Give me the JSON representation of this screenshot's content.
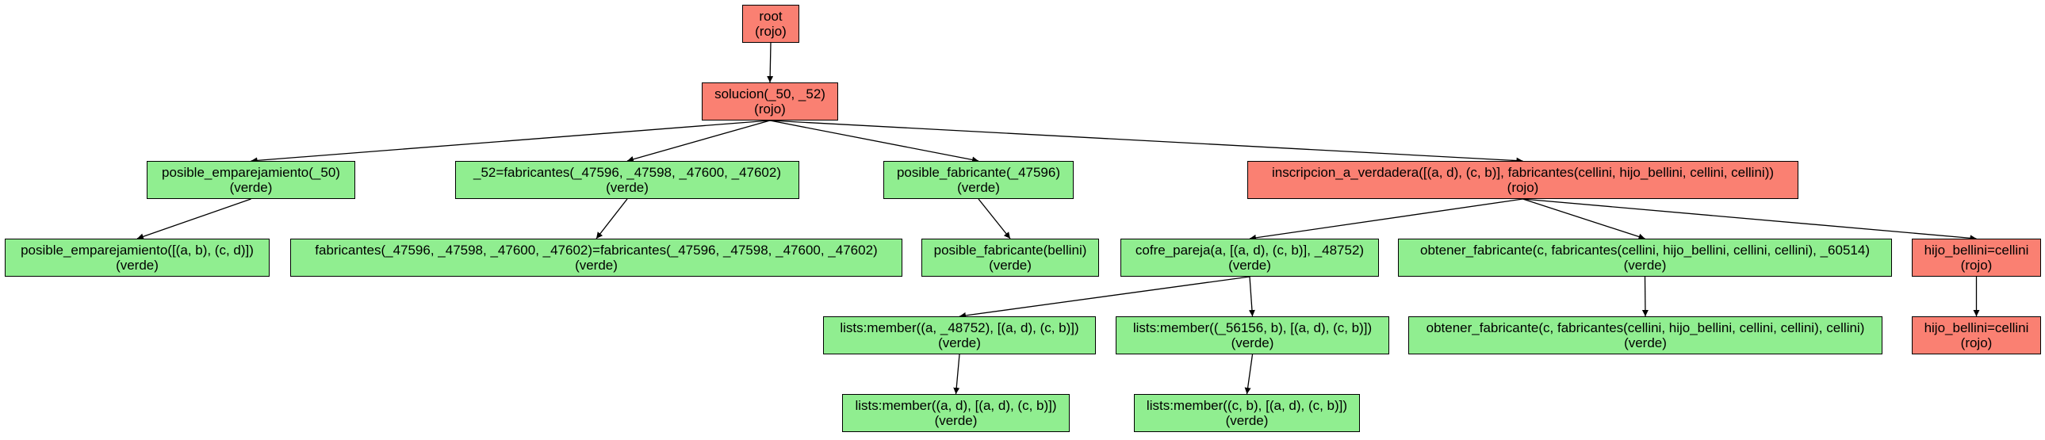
{
  "colors": {
    "rojo": "#fa8072",
    "verde": "#90ee90",
    "edge": "#000000"
  },
  "nodes": [
    {
      "id": "root",
      "label": "root",
      "status": "(rojo)",
      "color": "rojo"
    },
    {
      "id": "solucion",
      "label": "solucion(_50, _52)",
      "status": "(rojo)",
      "color": "rojo"
    },
    {
      "id": "pos_emp",
      "label": "posible_emparejamiento(_50)",
      "status": "(verde)",
      "color": "verde"
    },
    {
      "id": "eq52",
      "label": "_52=fabricantes(_47596, _47598, _47600, _47602)",
      "status": "(verde)",
      "color": "verde"
    },
    {
      "id": "pos_fab",
      "label": "posible_fabricante(_47596)",
      "status": "(verde)",
      "color": "verde"
    },
    {
      "id": "inscr",
      "label": "inscripcion_a_verdadera([(a, d), (c, b)], fabricantes(cellini, hijo_bellini, cellini, cellini))",
      "status": "(rojo)",
      "color": "rojo"
    },
    {
      "id": "pos_emp2",
      "label": "posible_emparejamiento([(a, b), (c, d)])",
      "status": "(verde)",
      "color": "verde"
    },
    {
      "id": "fab_eq",
      "label": "fabricantes(_47596, _47598, _47600, _47602)=fabricantes(_47596, _47598, _47600, _47602)",
      "status": "(verde)",
      "color": "verde"
    },
    {
      "id": "pos_fab2",
      "label": "posible_fabricante(bellini)",
      "status": "(verde)",
      "color": "verde"
    },
    {
      "id": "cofre",
      "label": "cofre_pareja(a, [(a, d), (c, b)], _48752)",
      "status": "(verde)",
      "color": "verde"
    },
    {
      "id": "obt",
      "label": "obtener_fabricante(c, fabricantes(cellini, hijo_bellini, cellini, cellini), _60514)",
      "status": "(verde)",
      "color": "verde"
    },
    {
      "id": "hijo",
      "label": "hijo_bellini=cellini",
      "status": "(rojo)",
      "color": "rojo"
    },
    {
      "id": "mem1",
      "label": "lists:member((a, _48752), [(a, d), (c, b)])",
      "status": "(verde)",
      "color": "verde"
    },
    {
      "id": "mem2",
      "label": "lists:member((_56156, b), [(a, d), (c, b)])",
      "status": "(verde)",
      "color": "verde"
    },
    {
      "id": "obt2",
      "label": "obtener_fabricante(c, fabricantes(cellini, hijo_bellini, cellini, cellini), cellini)",
      "status": "(verde)",
      "color": "verde"
    },
    {
      "id": "hijo2",
      "label": "hijo_bellini=cellini",
      "status": "(rojo)",
      "color": "rojo"
    },
    {
      "id": "mem1b",
      "label": "lists:member((a, d), [(a, d), (c, b)])",
      "status": "(verde)",
      "color": "verde"
    },
    {
      "id": "mem2b",
      "label": "lists:member((c, b), [(a, d), (c, b)])",
      "status": "(verde)",
      "color": "verde"
    }
  ],
  "edges": [
    [
      "root",
      "solucion"
    ],
    [
      "solucion",
      "pos_emp"
    ],
    [
      "solucion",
      "eq52"
    ],
    [
      "solucion",
      "pos_fab"
    ],
    [
      "solucion",
      "inscr"
    ],
    [
      "pos_emp",
      "pos_emp2"
    ],
    [
      "eq52",
      "fab_eq"
    ],
    [
      "pos_fab",
      "pos_fab2"
    ],
    [
      "inscr",
      "cofre"
    ],
    [
      "inscr",
      "obt"
    ],
    [
      "inscr",
      "hijo"
    ],
    [
      "cofre",
      "mem1"
    ],
    [
      "cofre",
      "mem2"
    ],
    [
      "obt",
      "obt2"
    ],
    [
      "hijo",
      "hijo2"
    ],
    [
      "mem1",
      "mem1b"
    ],
    [
      "mem2",
      "mem2b"
    ]
  ]
}
